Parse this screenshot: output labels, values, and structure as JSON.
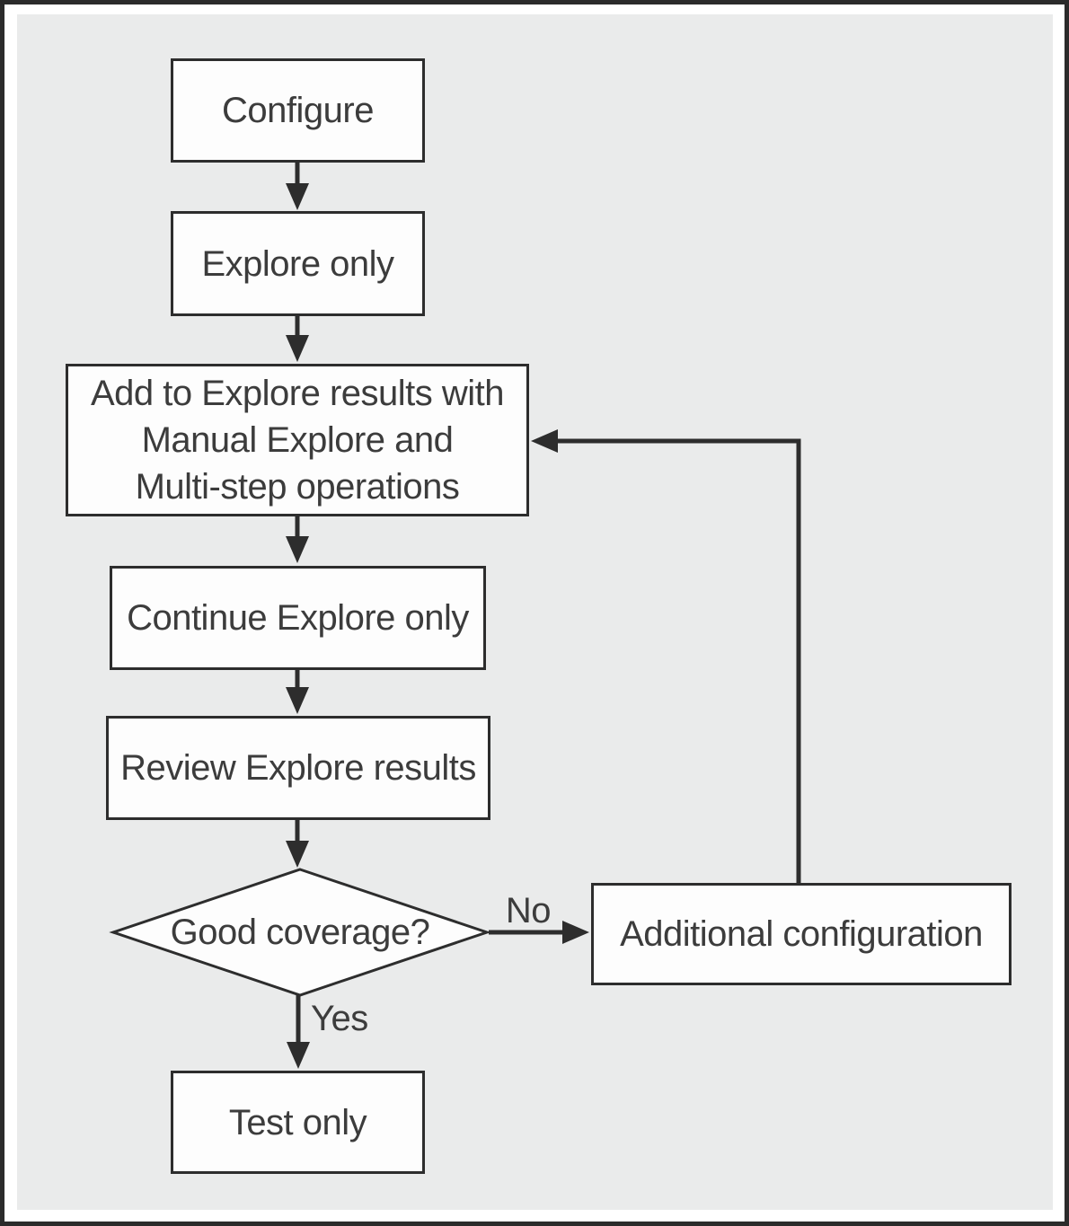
{
  "diagram": {
    "type": "flowchart",
    "colors": {
      "page_background": "#ffffff",
      "panel_background": "#eaebeb",
      "node_fill": "#fdfdfd",
      "node_border": "#2d2d2d",
      "connector": "#2d2d2d",
      "text": "#3c3c3c",
      "outer_frame": "#2b2b2b"
    },
    "nodes": [
      {
        "id": "configure",
        "shape": "rectangle",
        "label": "Configure"
      },
      {
        "id": "explore-only",
        "shape": "rectangle",
        "label": "Explore only"
      },
      {
        "id": "add-to-explore",
        "shape": "rectangle",
        "label": "Add to Explore results with Manual Explore and Multi-step operations",
        "lines": [
          "Add to Explore results with",
          "Manual Explore and",
          "Multi-step operations"
        ]
      },
      {
        "id": "continue-explore-only",
        "shape": "rectangle",
        "label": "Continue Explore only"
      },
      {
        "id": "review-explore-results",
        "shape": "rectangle",
        "label": "Review Explore results"
      },
      {
        "id": "good-coverage",
        "shape": "diamond",
        "label": "Good coverage?"
      },
      {
        "id": "additional-configuration",
        "shape": "rectangle",
        "label": "Additional configuration"
      },
      {
        "id": "test-only",
        "shape": "rectangle",
        "label": "Test only"
      }
    ],
    "edges": [
      {
        "from": "configure",
        "to": "explore-only"
      },
      {
        "from": "explore-only",
        "to": "add-to-explore"
      },
      {
        "from": "add-to-explore",
        "to": "continue-explore-only"
      },
      {
        "from": "continue-explore-only",
        "to": "review-explore-results"
      },
      {
        "from": "review-explore-results",
        "to": "good-coverage"
      },
      {
        "from": "good-coverage",
        "to": "additional-configuration",
        "label": "No"
      },
      {
        "from": "good-coverage",
        "to": "test-only",
        "label": "Yes"
      },
      {
        "from": "additional-configuration",
        "to": "add-to-explore"
      }
    ]
  }
}
